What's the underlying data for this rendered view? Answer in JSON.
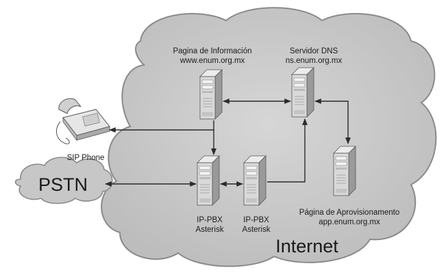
{
  "diagram": {
    "background_text": "",
    "cloud_label": "Internet",
    "pstn_label": "PSTN",
    "sip_phone_label": "SIP Phone",
    "info_server": {
      "line1": "Pagina de Información",
      "line2": "www.enum.org.mx"
    },
    "dns_server": {
      "line1": "Servidor DNS",
      "line2": "ns.enum.org.mx"
    },
    "prov_server": {
      "line1": "Página de Aprovisionamento",
      "line2": "app.enum.org.mx"
    },
    "pbx1": {
      "line1": "IP-PBX",
      "line2": "Asterisk"
    },
    "pbx2": {
      "line1": "IP-PBX",
      "line2": "Asterisk"
    },
    "colors": {
      "cloud_fill": "#c9c9c9",
      "cloud_stroke": "#8a8a8a",
      "server_front": "#d9d9d9",
      "server_side": "#9a9a9a",
      "arrow": "#2b2b2b"
    }
  }
}
